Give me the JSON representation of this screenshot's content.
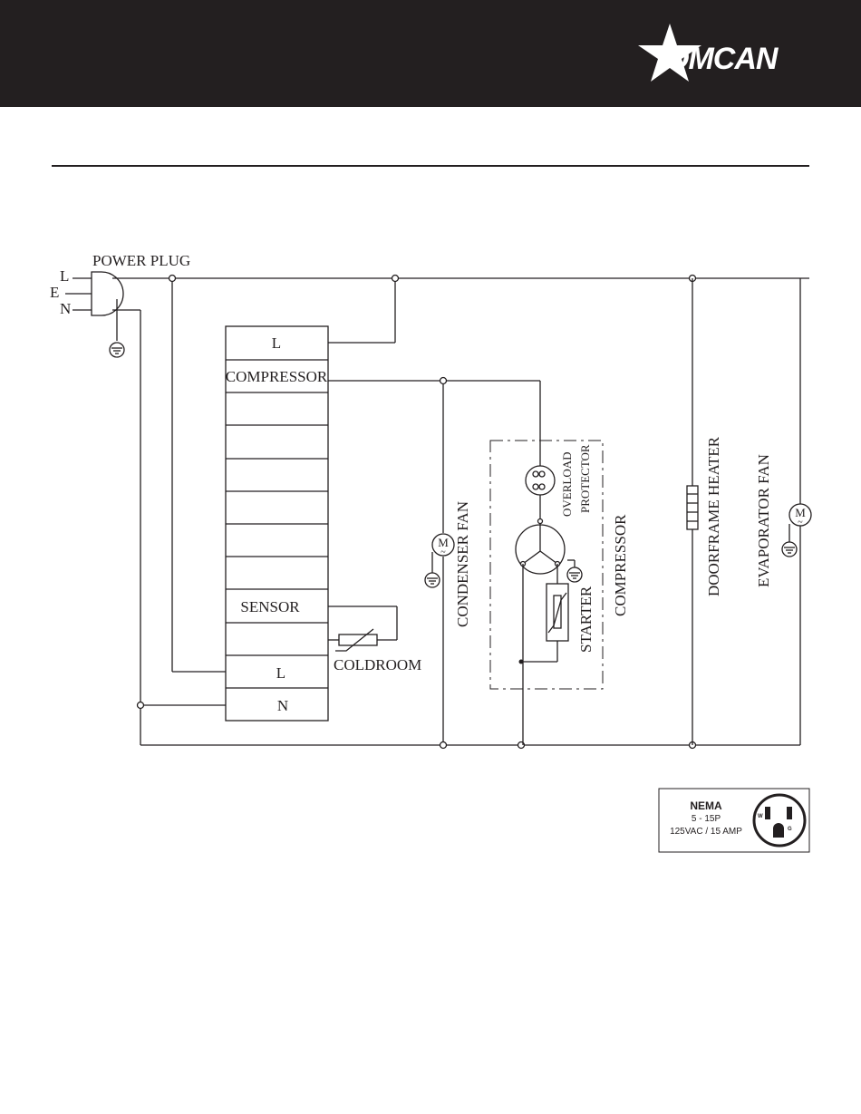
{
  "header": {
    "brand": "OMCAN",
    "background_color": "#231f20",
    "logo_icon": "star-icon"
  },
  "diagram": {
    "plug_label": "POWER PLUG",
    "plug_pins": [
      "L",
      "E",
      "N"
    ],
    "controller_rows": [
      "L",
      "COMPRESSOR",
      "",
      "",
      "",
      "",
      "",
      "",
      "SENSOR",
      "",
      "L",
      "N"
    ],
    "sensor_label": "COLDROOM",
    "condenser_fan_label": "CONDENSER FAN",
    "overload_label_1": "OVERLOAD",
    "overload_label_2": "PROTECTOR",
    "starter_label": "STARTER",
    "compressor_label": "COMPRESSOR",
    "doorframe_heater_label": "DOORFRAME HEATER",
    "evaporator_fan_label": "EVAPORATOR FAN",
    "motor_symbol": "M",
    "motor_symbol_sub": "~"
  },
  "nema": {
    "title": "NEMA",
    "model": "5 - 15P",
    "rating": "125VAC / 15 AMP",
    "pin_w": "W",
    "pin_g": "G"
  }
}
